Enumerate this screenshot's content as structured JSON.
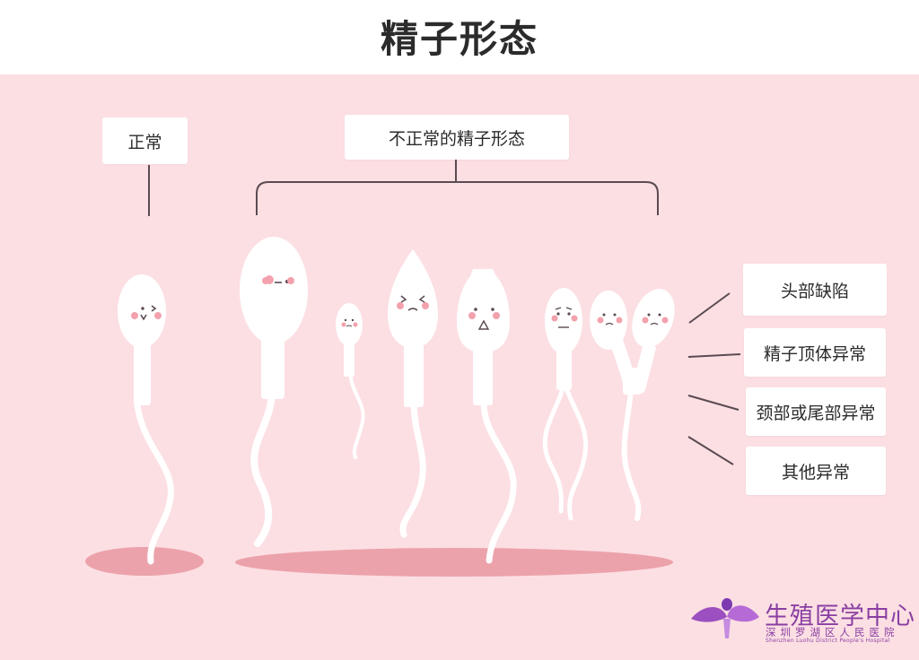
{
  "title": "精子形态",
  "labels": {
    "normal": "正常",
    "abnormal_group": "不正常的精子形态",
    "head_defect": "头部缺陷",
    "acrosome": "精子顶体异常",
    "neck_tail": "颈部或尾部异常",
    "other": "其他异常"
  },
  "logo": {
    "name": "生殖医学中心",
    "hospital": "深圳罗湖区人民医院",
    "english": "Shenzhen Luohu District People's Hospital"
  },
  "colors": {
    "background": "#fcdfe3",
    "shadow": "#eca2ab",
    "line": "#5a4a52",
    "sperm": "#ffffff",
    "blush": "#f3a1ad",
    "brand": "#8a3fa3"
  }
}
